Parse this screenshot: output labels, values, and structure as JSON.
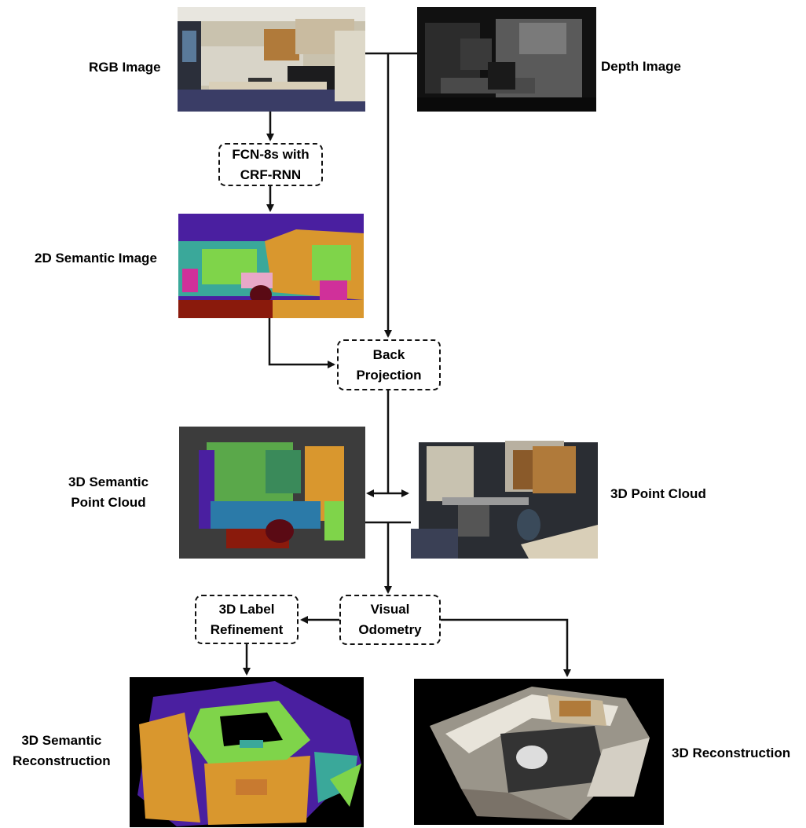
{
  "labels": {
    "rgb_image": "RGB Image",
    "depth_image": "Depth Image",
    "semantic_2d": "2D Semantic Image",
    "semantic_pc_line1": "3D Semantic",
    "semantic_pc_line2": "Point Cloud",
    "point_cloud": "3D Point Cloud",
    "semantic_recon_line1": "3D Semantic",
    "semantic_recon_line2": "Reconstruction",
    "reconstruction": "3D Reconstruction"
  },
  "boxes": {
    "fcn_line1": "FCN-8s with",
    "fcn_line2": "CRF-RNN",
    "backproj_line1": "Back",
    "backproj_line2": "Projection",
    "vo_line1": "Visual",
    "vo_line2": "Odometry",
    "refine_line1": "3D Label",
    "refine_line2": "Refinement"
  },
  "colors": {
    "purple": "#4a1fa0",
    "orange": "#d9972e",
    "green": "#7fd44a",
    "teal": "#3aa89a",
    "red": "#8a1a0c",
    "magenta": "#d0309a",
    "pink": "#e8a8c8"
  }
}
